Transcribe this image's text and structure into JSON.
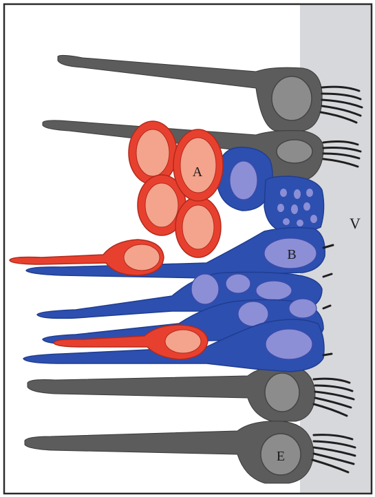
{
  "labels": {
    "a": "A",
    "b": "B",
    "e": "E",
    "v": "V"
  },
  "colors": {
    "frame": "#2b2b2b",
    "ventricle": "#d7d8db",
    "ependymal_cell": "#5c5c5c",
    "ependymal_nucleus": "#8c8c8c",
    "cilia": "#1f1f1f",
    "type_a_cell": "#e8402f",
    "type_a_nucleus": "#f4a38c",
    "type_b_cell": "#2d4fb0",
    "type_b_nucleus": "#8c8fd6"
  }
}
